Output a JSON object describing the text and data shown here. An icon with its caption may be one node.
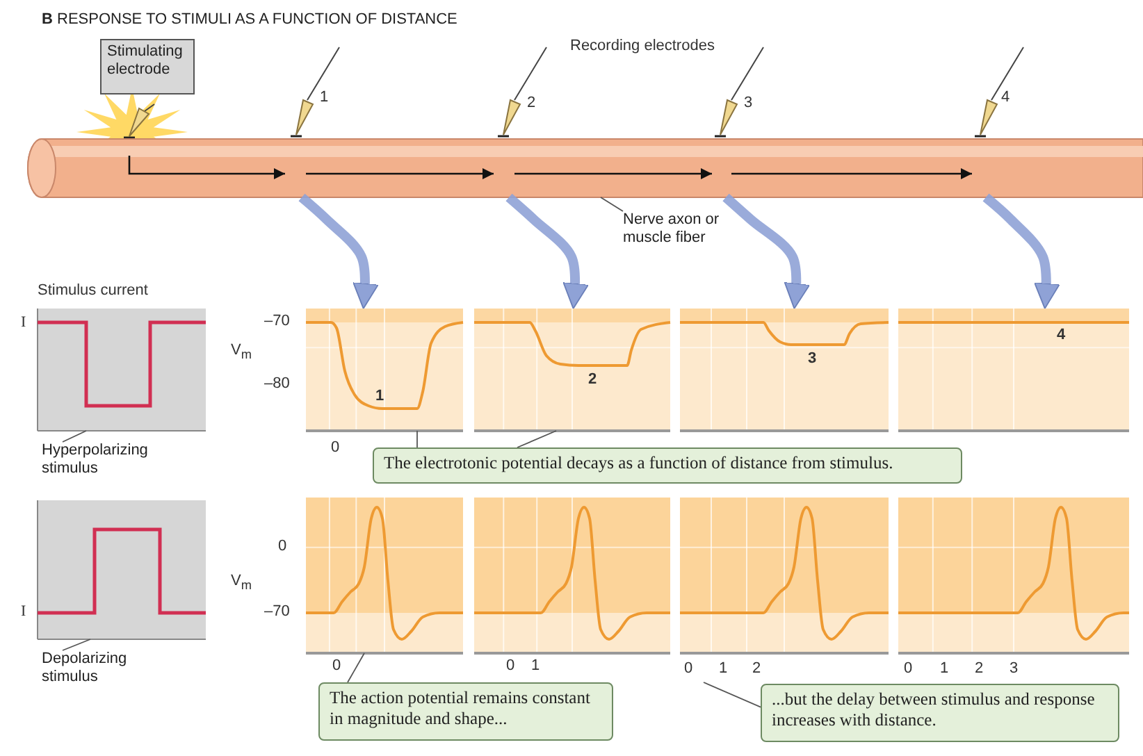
{
  "diagram": {
    "title": "**B** RESPONSE TO STIMULI AS A FUNCTION OF DISTANCE",
    "nodes": [
      {
        "text": [
          "Stimulating electrode"
        ]
      },
      {
        "text": [
          "1"
        ]
      },
      {
        "text": [
          "2"
        ]
      },
      {
        "text": [
          "3"
        ]
      },
      {
        "text": [
          "4"
        ]
      },
      {
        "text": [],
        "shape": "cylinder"
      },
      {
        "text": [
          "Nerve axon or muscle fiber"
        ]
      },
      {
        "text": [],
        "shape": "box"
      },
      {
        "text": [
          "Hyperpolarizing stimulus"
        ]
      },
      {
        "text": [
          "1"
        ]
      },
      {
        "text": [
          "2"
        ]
      },
      {
        "text": [
          "3"
        ]
      },
      {
        "text": [
          "4"
        ]
      },
      {
        "text": [
          "The electrotonic potential decays as a function of distance from stimulus."
        ]
      },
      {
        "text": [],
        "shape": "box"
      },
      {
        "text": [
          "Depolarizing stimulus"
        ]
      },
      {
        "text": [],
        "shape": "box"
      },
      {
        "text": [],
        "shape": "box"
      },
      {
        "text": [],
        "shape": "box"
      },
      {
        "text": [],
        "shape": "box"
      },
      {
        "text": [
          "The action potential remains constant in magnitude and shape..."
        ]
      },
      {
        "text": [
          "...but the delay between stimulus and response increases with distance."
        ]
      }
    ],
    "edges": [
      {
        "from": 5,
        "to": 9,
        "arrow": "to",
        "style": "thick",
        "color": "#8fa2d6"
      },
      {
        "from": 5,
        "to": 10,
        "arrow": "to",
        "style": "thick",
        "color": "#8fa2d6"
      },
      {
        "from": 5,
        "to": 11,
        "arrow": "to",
        "style": "thick",
        "color": "#8fa2d6"
      },
      {
        "from": 5,
        "to": 12,
        "arrow": "to",
        "style": "thick",
        "color": "#8fa2d6"
      },
      {
        "from": 6,
        "to": 5,
        "arrow": "none"
      },
      {
        "from": 8,
        "to": 7,
        "arrow": "none"
      },
      {
        "from": 15,
        "to": 14,
        "arrow": "none"
      },
      {
        "from": 13,
        "to": 9,
        "arrow": "none"
      },
      {
        "from": 13,
        "to": 10,
        "arrow": "none"
      },
      {
        "from": 20,
        "to": 16,
        "arrow": "none"
      },
      {
        "from": 21,
        "to": null,
        "arrow": "none"
      }
    ],
    "labels": [
      "Recording electrodes",
      "Stimulus current",
      "I",
      "V$_{m}$",
      "–70",
      "–80",
      "0",
      "I",
      "V$_{m}$",
      "0",
      "–70",
      "0",
      "0",
      "1",
      "0",
      "1",
      "2",
      "0",
      "1",
      "2",
      "3"
    ]
  }
}
